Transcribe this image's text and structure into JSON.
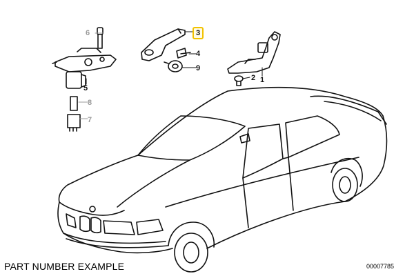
{
  "callouts": {
    "c1": "1",
    "c2": "2",
    "c3": "3",
    "c4": "4",
    "c5": "5",
    "c6": "6",
    "c7": "7",
    "c8": "8",
    "c9": "9"
  },
  "caption": "PART NUMBER EXAMPLE",
  "diagram_ref": "00007785",
  "colors": {
    "highlight_border": "#f2c200",
    "line": "#111111",
    "grey_label": "#9a9a9a"
  }
}
